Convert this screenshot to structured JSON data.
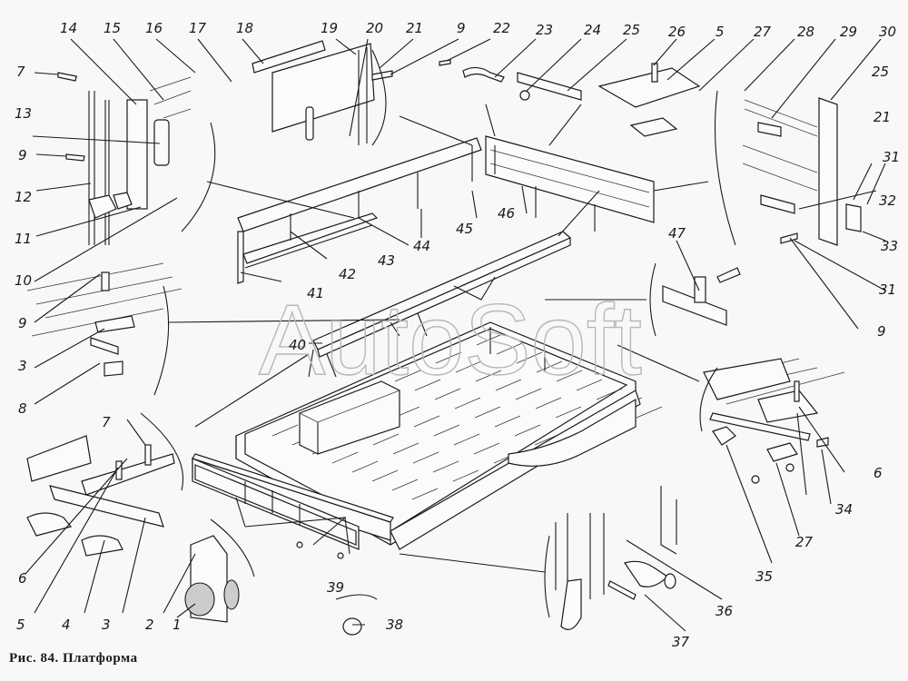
{
  "figure": {
    "caption": "Рис. 84. Платформа",
    "watermark": "AutoSoft",
    "callouts": [
      {
        "id": "c14",
        "text": "14"
      },
      {
        "id": "c15",
        "text": "15"
      },
      {
        "id": "c16",
        "text": "16"
      },
      {
        "id": "c17",
        "text": "17"
      },
      {
        "id": "c18",
        "text": "18"
      },
      {
        "id": "c19",
        "text": "19"
      },
      {
        "id": "c20",
        "text": "20"
      },
      {
        "id": "c21a",
        "text": "21"
      },
      {
        "id": "c9a",
        "text": "9"
      },
      {
        "id": "c22",
        "text": "22"
      },
      {
        "id": "c23",
        "text": "23"
      },
      {
        "id": "c24",
        "text": "24"
      },
      {
        "id": "c25a",
        "text": "25"
      },
      {
        "id": "c26",
        "text": "26"
      },
      {
        "id": "c5a",
        "text": "5"
      },
      {
        "id": "c27a",
        "text": "27"
      },
      {
        "id": "c28",
        "text": "28"
      },
      {
        "id": "c29",
        "text": "29"
      },
      {
        "id": "c30",
        "text": "30"
      },
      {
        "id": "c7a",
        "text": "7"
      },
      {
        "id": "c13",
        "text": "13"
      },
      {
        "id": "c9b",
        "text": "9"
      },
      {
        "id": "c12",
        "text": "12"
      },
      {
        "id": "c11",
        "text": "11"
      },
      {
        "id": "c10",
        "text": "10"
      },
      {
        "id": "c9c",
        "text": "9"
      },
      {
        "id": "c3a",
        "text": "3"
      },
      {
        "id": "c8",
        "text": "8"
      },
      {
        "id": "c7b",
        "text": "7"
      },
      {
        "id": "c6a",
        "text": "6"
      },
      {
        "id": "c5b",
        "text": "5"
      },
      {
        "id": "c4",
        "text": "4"
      },
      {
        "id": "c3b",
        "text": "3"
      },
      {
        "id": "c2",
        "text": "2"
      },
      {
        "id": "c1",
        "text": "1"
      },
      {
        "id": "c38",
        "text": "38"
      },
      {
        "id": "c39",
        "text": "39"
      },
      {
        "id": "c40",
        "text": "40"
      },
      {
        "id": "c41",
        "text": "41"
      },
      {
        "id": "c42",
        "text": "42"
      },
      {
        "id": "c43",
        "text": "43"
      },
      {
        "id": "c44",
        "text": "44"
      },
      {
        "id": "c45",
        "text": "45"
      },
      {
        "id": "c46",
        "text": "46"
      },
      {
        "id": "c47",
        "text": "47"
      },
      {
        "id": "c9d",
        "text": "9"
      },
      {
        "id": "c25b",
        "text": "25"
      },
      {
        "id": "c21b",
        "text": "21"
      },
      {
        "id": "c31a",
        "text": "31"
      },
      {
        "id": "c32",
        "text": "32"
      },
      {
        "id": "c33",
        "text": "33"
      },
      {
        "id": "c31b",
        "text": "31"
      },
      {
        "id": "c6b",
        "text": "6"
      },
      {
        "id": "c34",
        "text": "34"
      },
      {
        "id": "c27b",
        "text": "27"
      },
      {
        "id": "c35",
        "text": "35"
      },
      {
        "id": "c36",
        "text": "36"
      },
      {
        "id": "c37",
        "text": "37"
      }
    ]
  }
}
